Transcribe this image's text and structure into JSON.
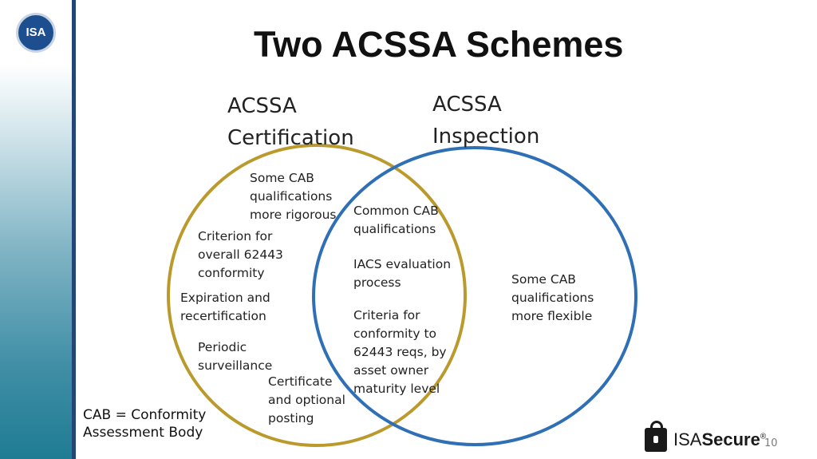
{
  "slide": {
    "title": "Two ACSSA Schemes",
    "page_number": "10",
    "footnote": "CAB = Conformity\nAssessment Body"
  },
  "logo": {
    "text": "ISA"
  },
  "brand": {
    "prefix": "ISA",
    "bold": "Secure",
    "reg": "®"
  },
  "diagram": {
    "left_circle": {
      "header": "ACSSA\nCertification",
      "color": "#bb9a2d",
      "items": [
        "Some CAB\nqualifications\nmore rigorous",
        "Criterion for\noverall 62443\nconformity",
        "Expiration and\nrecertification",
        "Periodic\nsurveillance",
        "Certificate\nand optional\nposting"
      ]
    },
    "right_circle": {
      "header": "ACSSA\nInspection",
      "color": "#2f6fb6",
      "items": [
        "Some CAB\nqualifications\nmore flexible"
      ]
    },
    "overlap": {
      "items": [
        "Common CAB\nqualifications",
        "IACS evaluation\nprocess",
        "Criteria for\nconformity to\n62443 reqs, by\nasset owner\nmaturity level"
      ]
    }
  }
}
